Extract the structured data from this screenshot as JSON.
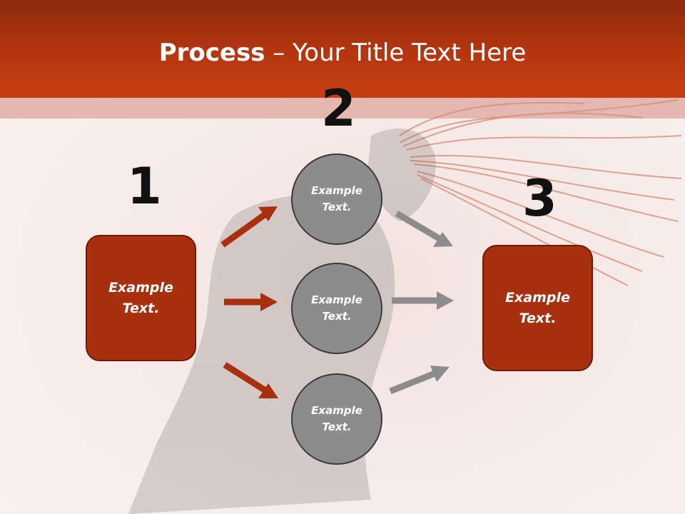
{
  "slide": {
    "title_bold": "Process",
    "title_rest": " – Your Title Text Here",
    "numbers": [
      "1",
      "2",
      "3"
    ],
    "left_box_text": "Example\nText.",
    "right_box_text": "Example\nText.",
    "circles": [
      "Example\nText.",
      "Example\nText.",
      "Example\nText."
    ]
  },
  "colors": {
    "header": "#b6360f",
    "box_fill": "#a8300f",
    "circle_fill": "#8c8c8c",
    "arrow_red": "#a8300f",
    "arrow_gray": "#8c8c8c"
  }
}
